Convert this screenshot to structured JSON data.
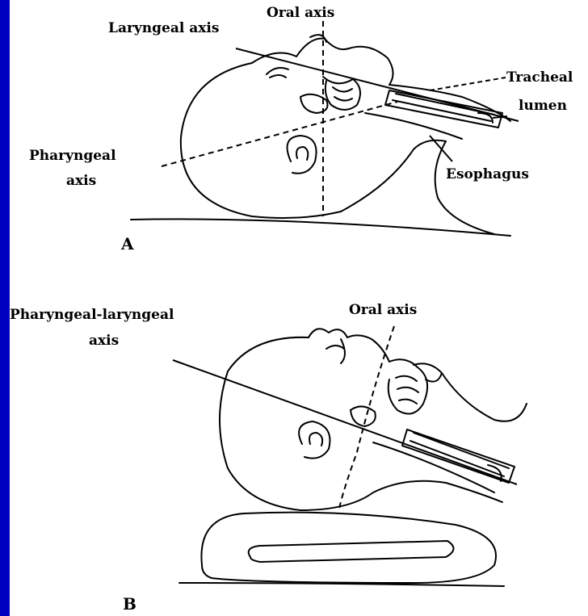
{
  "panel_a": {
    "letter": "A",
    "oral_axis": "Oral axis",
    "laryngeal_axis": "Laryngeal axis",
    "tracheal": "Tracheal",
    "lumen": "lumen",
    "pharyngeal": "Pharyngeal",
    "axis": "axis",
    "esophagus": "Esophagus"
  },
  "panel_b": {
    "letter": "B",
    "pharyngeal_laryngeal": "Pharyngeal-laryngeal",
    "axis": "axis",
    "oral_axis": "Oral axis"
  },
  "colors": {
    "frame": "#0000c0",
    "panel": "#ffffff",
    "ink": "#000000"
  }
}
